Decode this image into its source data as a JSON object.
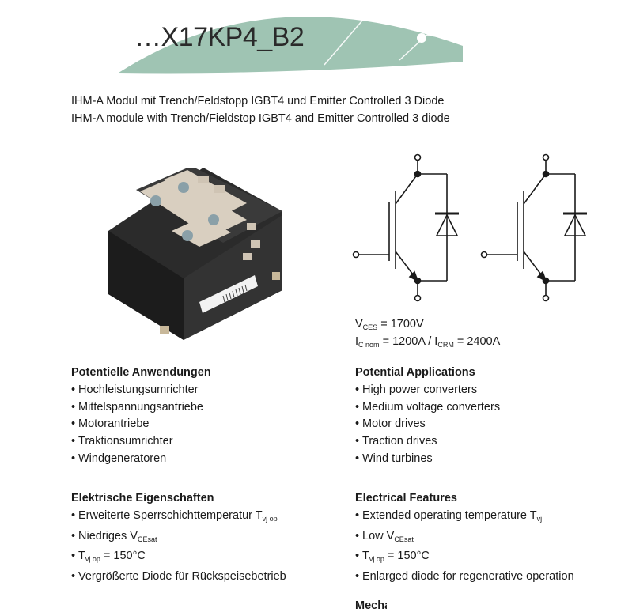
{
  "header": {
    "title": "…X17KP4_B2",
    "subtitle_de": "IHM-A Modul mit Trench/Feldstopp IGBT4 und Emitter Controlled 3 Diode",
    "subtitle_en": "IHM-A module with Trench/Fieldstop IGBT4 and Emitter Controlled 3 diode"
  },
  "specs": {
    "vces": {
      "symbol": "V",
      "sub": "CES",
      "value": " = 1700V"
    },
    "ic": {
      "symbol1": "I",
      "sub1": "C nom",
      "value1": " = 1200A / ",
      "symbol2": "I",
      "sub2": "CRM",
      "value2": " = 2400A"
    }
  },
  "applications": {
    "de": {
      "heading": "Potentielle Anwendungen",
      "items": [
        "Hochleistungsumrichter",
        "Mittelspannungsantriebe",
        "Motorantriebe",
        "Traktionsumrichter",
        "Windgeneratoren"
      ]
    },
    "en": {
      "heading": "Potential Applications",
      "items": [
        "High power converters",
        "Medium voltage converters",
        "Motor drives",
        "Traction drives",
        "Wind turbines"
      ]
    }
  },
  "features": {
    "de": {
      "heading": "Elektrische Eigenschaften",
      "item1": {
        "text": "Erweiterte Sperrschichttemperatur T",
        "sub": "vj op"
      },
      "item2": {
        "text": "Niedriges V",
        "sub": "CEsat"
      },
      "item3": {
        "text_pre": "T",
        "sub": "vj op",
        "text_post": " = 150°C"
      },
      "item4": {
        "text": "Vergrößerte Diode für Rückspeisebetrieb"
      }
    },
    "en": {
      "heading": "Electrical Features",
      "item1": {
        "text": "Extended operating temperature T",
        "sub": "vj"
      },
      "item2": {
        "text": "Low V",
        "sub": "CEsat"
      },
      "item3": {
        "text_pre": "T",
        "sub": "vj op",
        "text_post": " = 150°C"
      },
      "item4": {
        "text": "Enlarged diode for regenerative operation"
      }
    }
  },
  "footer_fragment": "Mechanical Features",
  "colors": {
    "banner": "#9fc4b3",
    "text": "#1a1a1a"
  }
}
